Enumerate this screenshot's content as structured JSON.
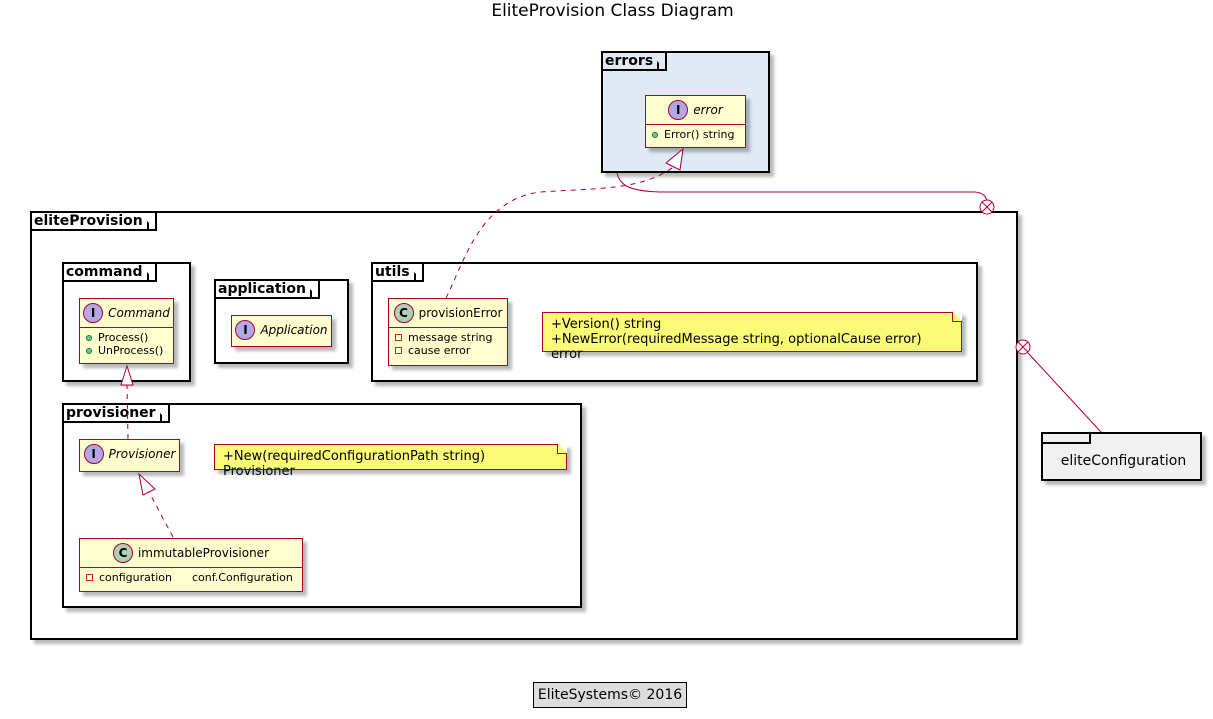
{
  "title": "EliteProvision Class Diagram",
  "packages": {
    "errors": "errors",
    "eliteProvision": "eliteProvision",
    "command": "command",
    "application": "application",
    "utils": "utils",
    "provisioner": "provisioner",
    "eliteConfiguration": "eliteConfiguration"
  },
  "classes": {
    "error": {
      "stereotype": "I",
      "name": "error",
      "members": [
        "Error() string"
      ]
    },
    "command": {
      "stereotype": "I",
      "name": "Command",
      "members": [
        "Process()",
        "UnProcess()"
      ]
    },
    "application": {
      "stereotype": "I",
      "name": "Application"
    },
    "provisionError": {
      "stereotype": "C",
      "name": "provisionError",
      "members": [
        "message string",
        "cause error"
      ]
    },
    "provisioner": {
      "stereotype": "I",
      "name": "Provisioner"
    },
    "immutableProvisioner": {
      "stereotype": "C",
      "name": "immutableProvisioner",
      "members": [
        "configuration",
        "conf.Configuration"
      ]
    }
  },
  "notes": {
    "utils_line1": "+Version() string",
    "utils_line2": "+NewError(requiredMessage string, optionalCause error) error",
    "provisioner": "+New(requiredConfigurationPath string) Provisioner"
  },
  "footer": "EliteSystems© 2016",
  "colors": {
    "class_fill": "#fefece",
    "class_border": "#a80036",
    "note_fill": "#fbfb77",
    "errors_pkg_fill": "#e0e9f4",
    "config_pkg_fill": "#f1f1f1",
    "interface_badge": "#b4a7e5",
    "class_badge": "#add1b2"
  }
}
